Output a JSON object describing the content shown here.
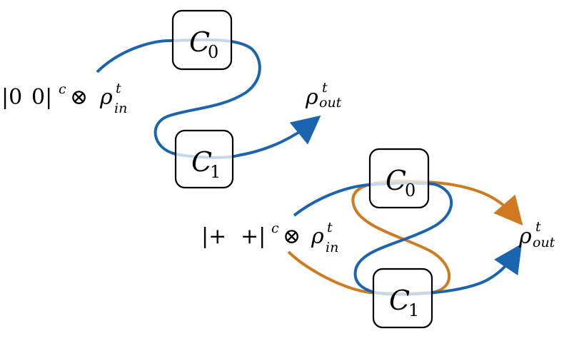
{
  "colors": {
    "blue": "#1a64b0",
    "orange": "#d07a1f",
    "box_stroke": "#000000",
    "box_fill": "#ffffff"
  },
  "top_diagram": {
    "gate_top": {
      "symbol": "C",
      "subscript": "0"
    },
    "gate_bottom": {
      "symbol": "C",
      "subscript": "1"
    },
    "input": {
      "ket": "|0",
      "bra": "0|",
      "sup": "c",
      "otimes": "⊗",
      "rho": "ρ",
      "rho_sup": "t",
      "rho_sub": "in"
    },
    "output": {
      "rho": "ρ",
      "rho_sup": "t",
      "rho_sub": "out"
    }
  },
  "bottom_diagram": {
    "gate_top": {
      "symbol": "C",
      "subscript": "0"
    },
    "gate_bottom": {
      "symbol": "C",
      "subscript": "1"
    },
    "input": {
      "ket": "|+",
      "bra": "+|",
      "sup": "c",
      "otimes": "⊗",
      "rho": "ρ",
      "rho_sup": "t",
      "rho_sub": "in"
    },
    "output": {
      "rho": "ρ",
      "rho_sup": "t",
      "rho_sub": "out"
    }
  }
}
